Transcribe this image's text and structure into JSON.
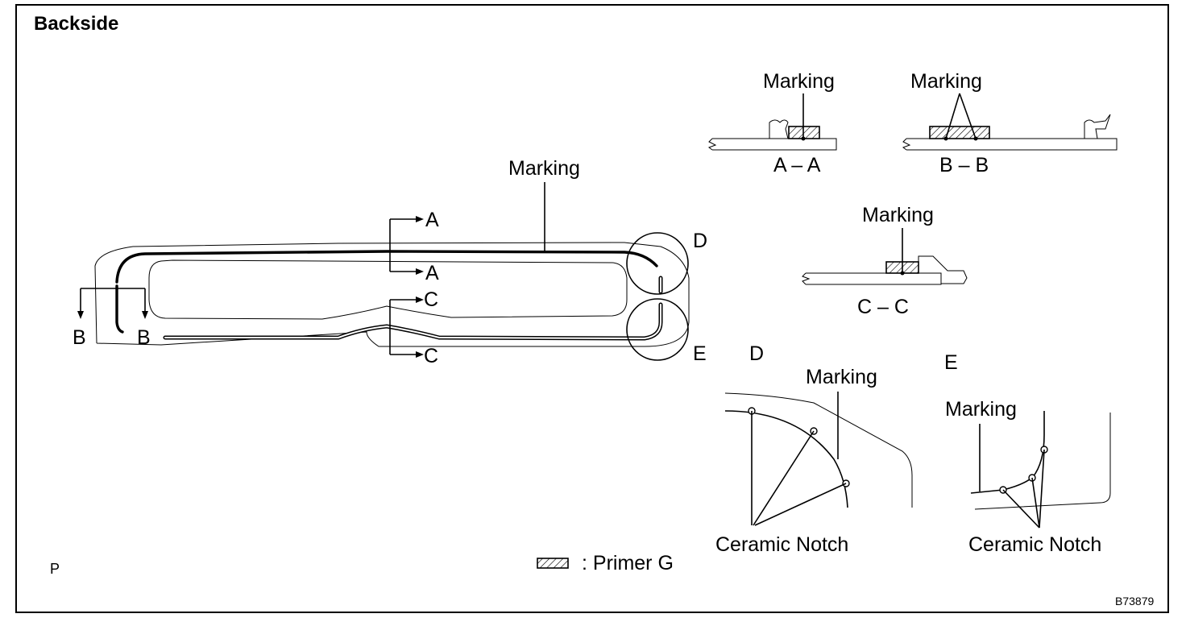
{
  "title": "Backside",
  "main_view": {
    "marking_label": "Marking",
    "section_a_top": "A",
    "section_a_bottom": "A",
    "section_c_top": "C",
    "section_c_bottom": "C",
    "section_b_left": "B",
    "section_b_right": "B",
    "detail_d": "D",
    "detail_e": "E"
  },
  "section_aa": {
    "marking_label": "Marking",
    "caption": "A – A"
  },
  "section_bb": {
    "marking_label": "Marking",
    "caption": "B – B"
  },
  "section_cc": {
    "marking_label": "Marking",
    "caption": "C – C"
  },
  "detail_d_view": {
    "title": "D",
    "marking_label": "Marking",
    "notch_label": "Ceramic Notch"
  },
  "detail_e_view": {
    "title": "E",
    "marking_label": "Marking",
    "notch_label": "Ceramic Notch"
  },
  "legend": {
    "text": ": Primer G"
  },
  "corner_mark": "P",
  "figure_id": "B73879"
}
